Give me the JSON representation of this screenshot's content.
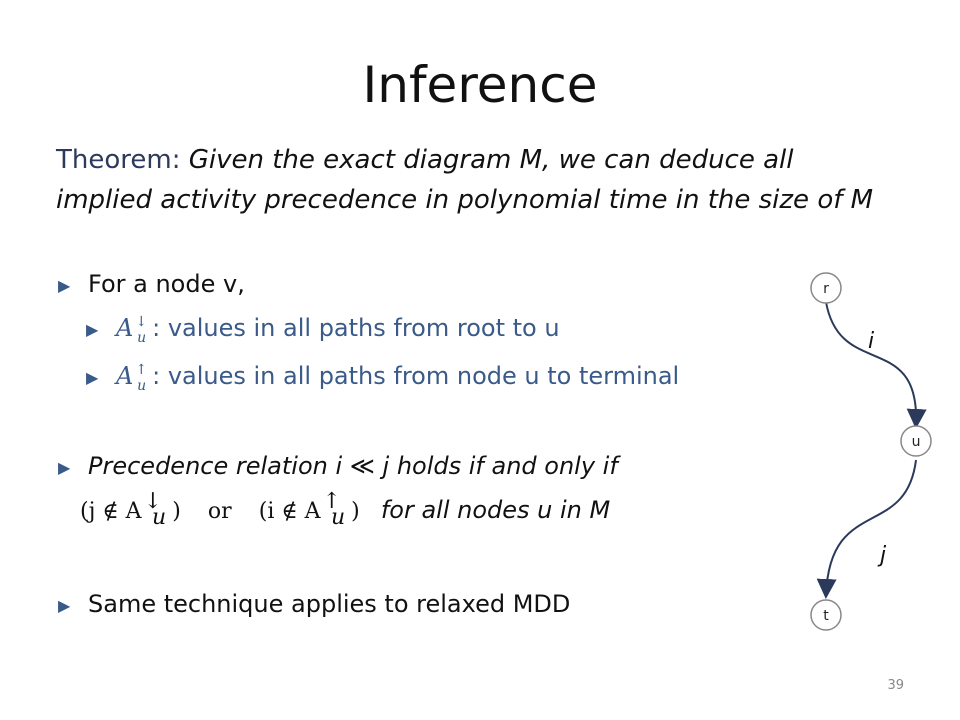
{
  "slide": {
    "title": "Inference",
    "theorem_label": "Theorem:",
    "theorem_text_1": "Given the exact diagram M,  we can deduce all",
    "theorem_text_2": "implied activity precedence in polynomial time in the size of M",
    "bullet1": "For a node v,",
    "sub1_text": ": values in all paths from root to u",
    "sub2_text": ": values in all paths from node u to terminal",
    "bullet2": "Precedence relation i ≪ j holds if and only if",
    "formula_left": "(j ∉ A",
    "formula_or": "or",
    "formula_right": "(i ∉ A",
    "formula_suffix": "for all nodes u in M",
    "bullet3": "Same technique applies to relaxed MDD",
    "page_number": "39"
  },
  "math": {
    "a_symbol": "A",
    "down": "↓",
    "up": "↑",
    "sub_u": "u",
    "close_paren": ")"
  },
  "diagram": {
    "nodes": [
      "r",
      "u",
      "t"
    ],
    "edges": [
      "i",
      "j"
    ]
  },
  "icons": {
    "bullet": "triangle-right-icon"
  }
}
